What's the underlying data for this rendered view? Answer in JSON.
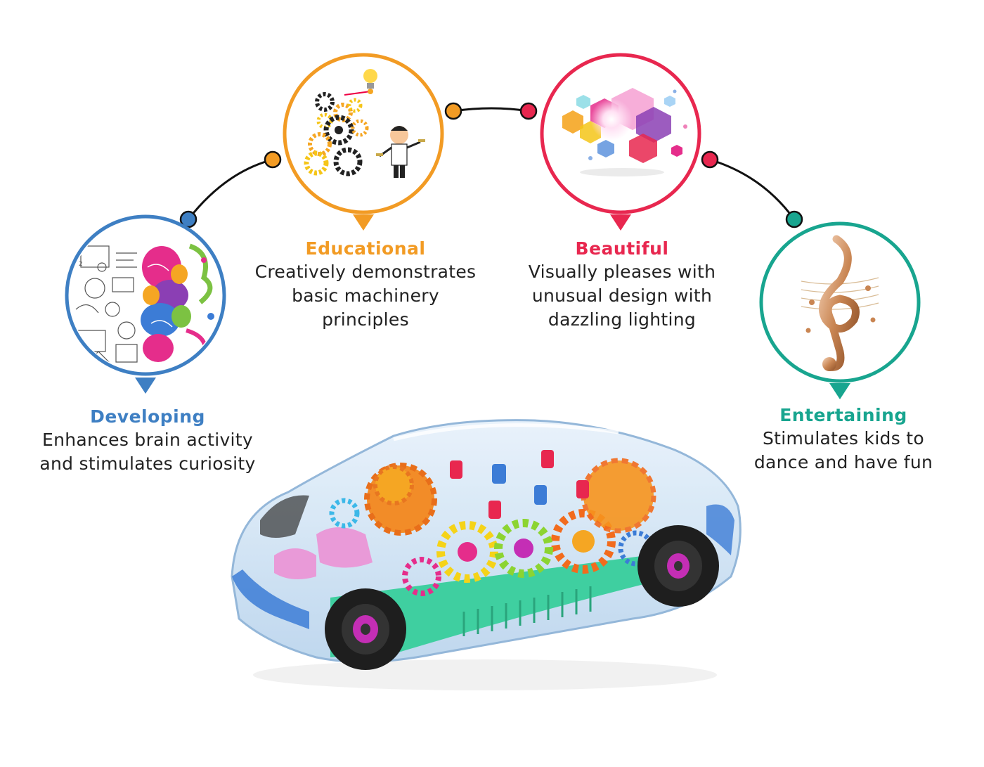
{
  "colors": {
    "developing": "#3E7FC3",
    "educational": "#F29B24",
    "beautiful": "#E8274F",
    "entertaining": "#18A58F",
    "connector": "#111111",
    "text": "#222222"
  },
  "features": [
    {
      "key": "developing",
      "title": "Developing",
      "desc_lines": [
        "Enhances brain activity",
        "and stimulates curiosity"
      ],
      "icon": "brain-icon"
    },
    {
      "key": "educational",
      "title": "Educational",
      "desc_lines": [
        "Creatively demonstrates",
        "basic machinery",
        "principles"
      ],
      "icon": "gears-icon"
    },
    {
      "key": "beautiful",
      "title": "Beautiful",
      "desc_lines": [
        "Visually pleases with",
        "unusual design with",
        "dazzling lighting"
      ],
      "icon": "hexagons-icon"
    },
    {
      "key": "entertaining",
      "title": "Entertaining",
      "desc_lines": [
        "Stimulates kids to",
        "dance and have fun"
      ],
      "icon": "treble-clef-icon"
    }
  ],
  "product_image": "toy-car-illustration"
}
